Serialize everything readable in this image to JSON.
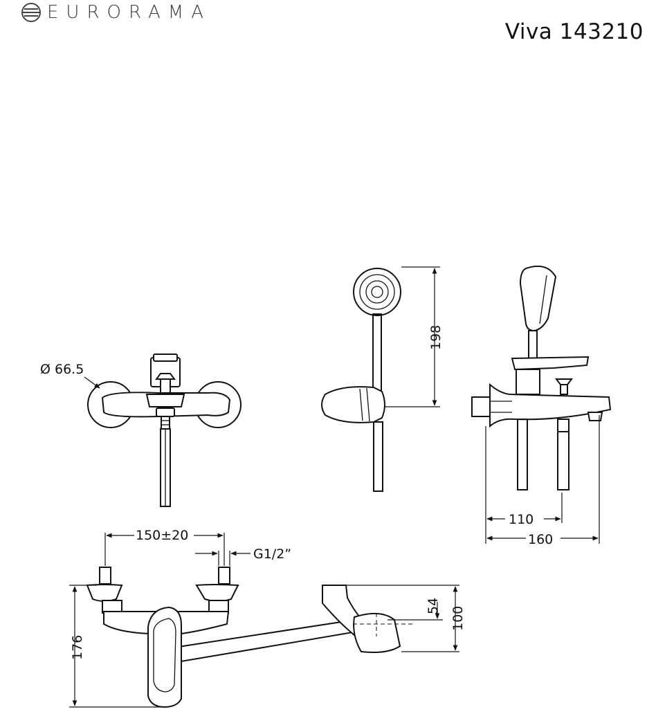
{
  "header": {
    "brand": "EURORAMA",
    "product": "Viva 143210"
  },
  "dimensions": {
    "flange_diameter": "Ø 66.5",
    "hand_shower_height": "198",
    "spout_depth_inner": "110",
    "spout_depth_outer": "160",
    "connector_spacing": "150±20",
    "thread": "G1/2”",
    "overall_height": "176",
    "holder_offset": "54",
    "holder_height": "100"
  }
}
